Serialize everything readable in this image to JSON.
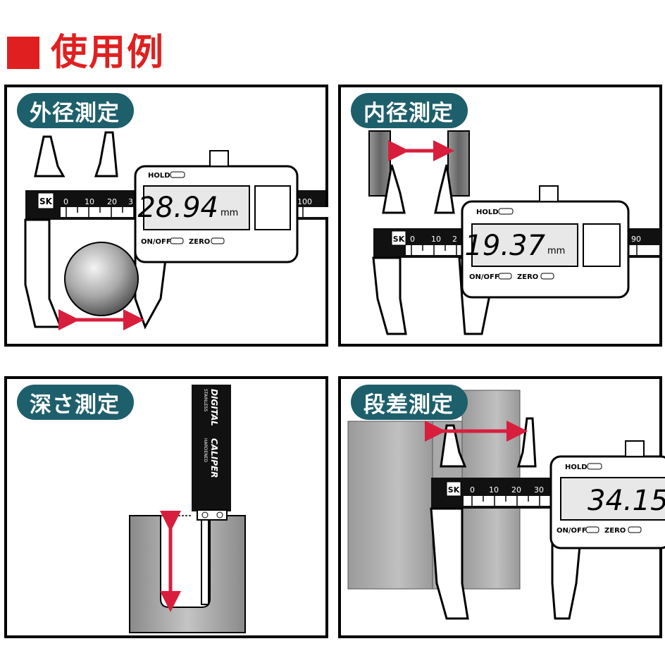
{
  "header": {
    "title": "使用例",
    "accent_color": "#e02020"
  },
  "badge_color": "#1e5f6c",
  "panels": [
    {
      "label": "外径測定",
      "reading": "28.94",
      "unit": "mm",
      "buttons": {
        "hold": "HOLD",
        "onoff": "ON/OFF",
        "zero": "ZERO"
      },
      "brand": "SK",
      "scale": [
        "0",
        "10",
        "20",
        "3",
        "100"
      ]
    },
    {
      "label": "内径測定",
      "reading": "19.37",
      "unit": "mm",
      "buttons": {
        "hold": "HOLD",
        "onoff": "ON/OFF",
        "zero": "ZERO"
      },
      "brand": "SK",
      "scale": [
        "0",
        "10",
        "2",
        "90"
      ]
    },
    {
      "label": "深さ測定",
      "beam": {
        "line1": "DIGITAL",
        "line2": "STAINLESS",
        "line3": "CALIPER",
        "line4": "HARDENED"
      }
    },
    {
      "label": "段差測定",
      "reading": "34.15",
      "buttons": {
        "hold": "HOLD",
        "onoff": "ON/OFF",
        "zero": "ZERO"
      },
      "brand": "SK",
      "scale": [
        "0",
        "10",
        "20",
        "30"
      ]
    }
  ]
}
